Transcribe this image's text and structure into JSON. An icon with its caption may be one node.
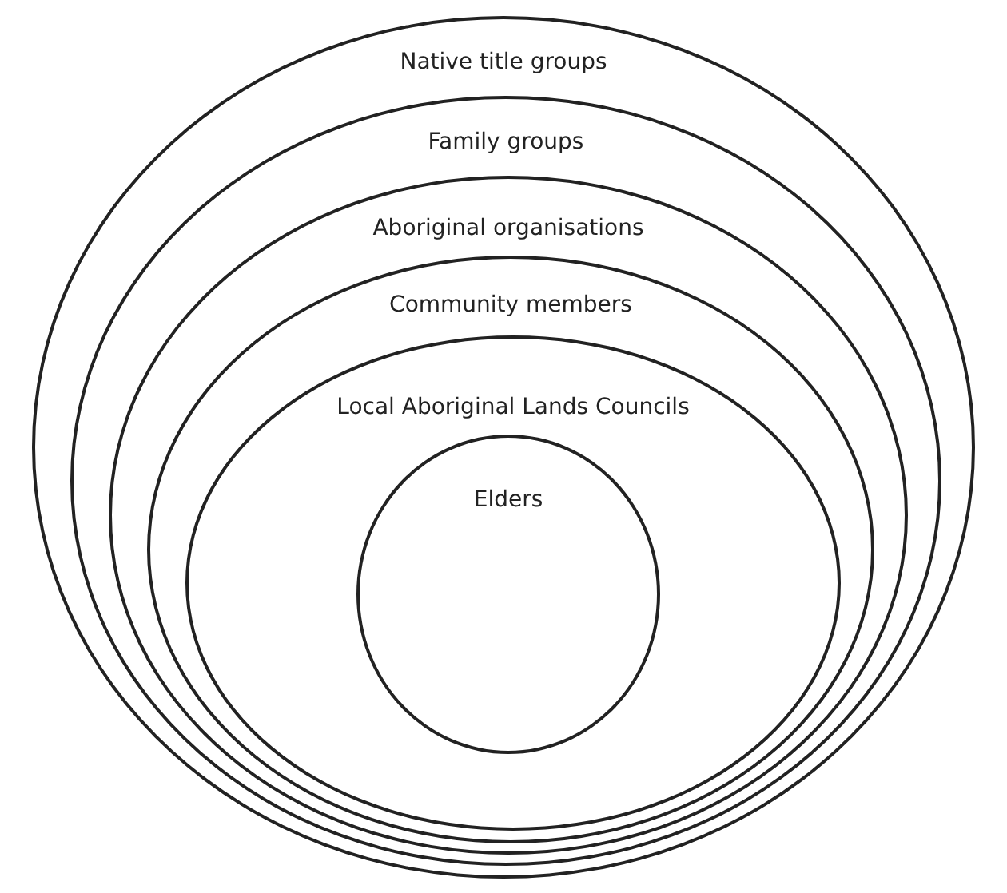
{
  "diagram": {
    "nodes": [
      {
        "text": [
          "Native title groups"
        ]
      },
      {
        "text": [
          "Family groups"
        ],
        "in": 0
      },
      {
        "text": [
          "Aboriginal organisations"
        ],
        "in": 1
      },
      {
        "text": [
          "Community members"
        ],
        "in": 2
      },
      {
        "text": [
          "Local Aboriginal Lands Councils"
        ],
        "in": 3
      },
      {
        "text": [
          "Elders"
        ],
        "in": 4
      }
    ]
  }
}
